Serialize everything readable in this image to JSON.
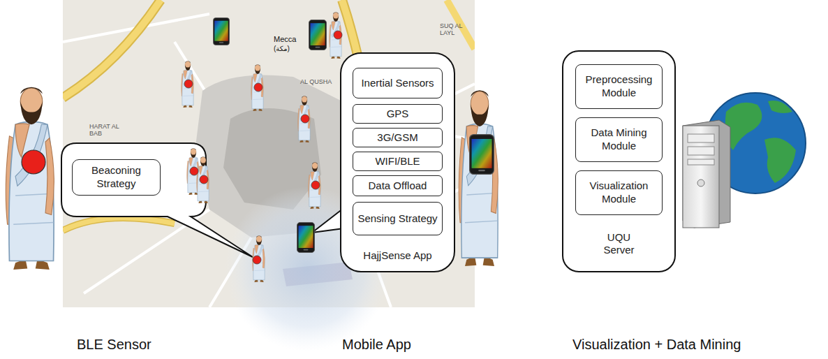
{
  "diagram": {
    "nodes": [
      {
        "text": [
          "Beaconing Strategy"
        ]
      },
      {
        "text": [
          "HajjSense App"
        ]
      },
      {
        "text": [
          "Inertial Sensors"
        ],
        "in": 1
      },
      {
        "text": [
          "GPS"
        ],
        "in": 1
      },
      {
        "text": [
          "3G/GSM"
        ],
        "in": 1
      },
      {
        "text": [
          "WIFI/BLE"
        ],
        "in": 1
      },
      {
        "text": [
          "Data Offload"
        ],
        "in": 1
      },
      {
        "text": [
          "Sensing Strategy"
        ],
        "in": 1
      },
      {
        "text": [
          "UQU Server"
        ]
      },
      {
        "text": [
          "Preprocessing Module"
        ],
        "in": 8
      },
      {
        "text": [
          "Data Mining Module"
        ],
        "in": 8
      },
      {
        "text": [
          "Visualization Module"
        ],
        "in": 8
      }
    ],
    "labels": [
      "Mecca",
      "(مكة)",
      "HARAT AL BAB",
      "SUQ AL LAYL",
      "AL QUSHA",
      "BLE Sensor",
      "Mobile App",
      "Visualization + Data Mining"
    ]
  }
}
